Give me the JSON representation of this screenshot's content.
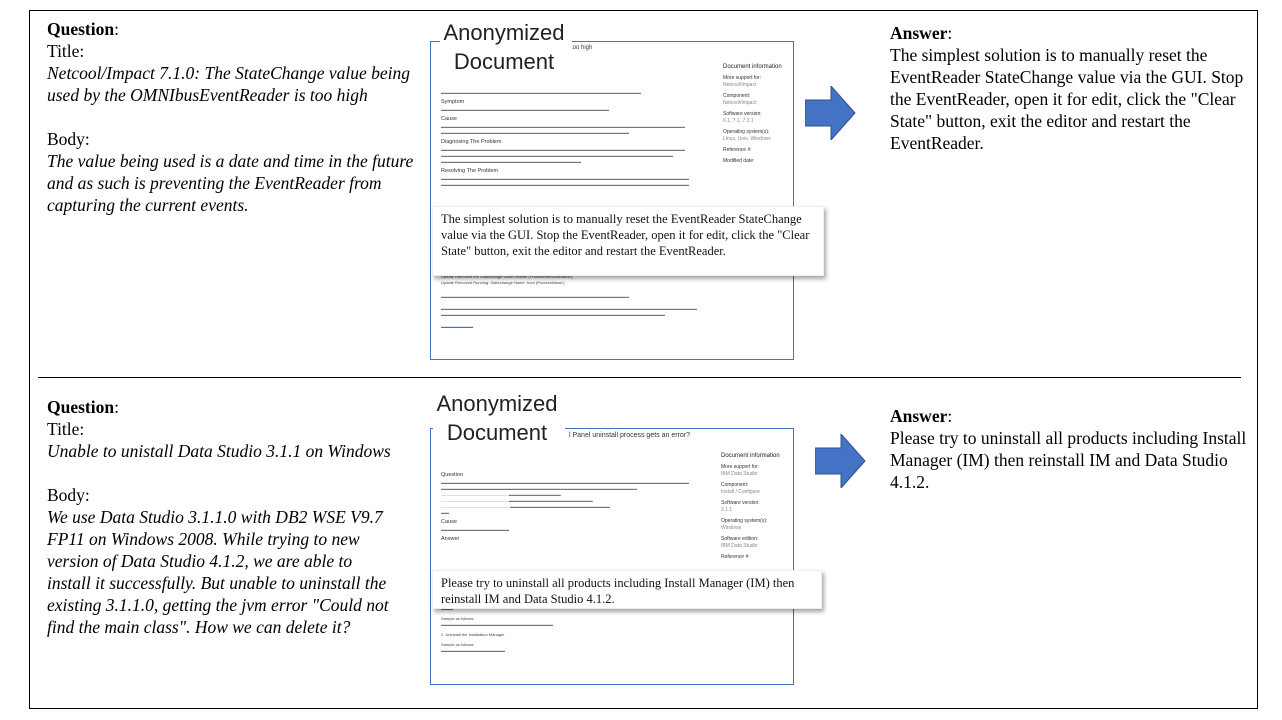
{
  "examples": [
    {
      "question": {
        "label": "Question",
        "title_label": "Title:",
        "title": "Netcool/Impact 7.1.0: The StateChange value being used by the OMNIbusEventReader is too high",
        "body_label": "Body:",
        "body": "The value being used is a date and time in the future and as such is preventing the EventReader from capturing the current events."
      },
      "document": {
        "label": "Anonymized Document",
        "header_fragment": "too high",
        "sidebar": {
          "title": "Document information",
          "items": [
            {
              "key": "More support for:",
              "value": "Netcool/Impact"
            },
            {
              "key": "Component:",
              "value": "Netcool/Impact"
            },
            {
              "key": "Software version:",
              "value": "6.1, 7.1, 7.1.1"
            },
            {
              "key": "Operating system(s):",
              "value": "Linux, Unix, Windows"
            },
            {
              "key": "Reference #:",
              "value": ""
            },
            {
              "key": "Modified date:",
              "value": ""
            }
          ]
        },
        "sections": [
          "Symptom",
          "Cause",
          "Diagnosing The Problem",
          "Resolving The Problem"
        ],
        "fine_lines": [
          "Update StateChange value being used by OMNIbusEventReader",
          "Update Removed the Statechange value Reader (ProcessRemovalName);",
          "Update Removed Running: Statechange Name: from (ProcessName);"
        ],
        "highlight": "The simplest solution is to manually reset the EventReader StateChange value via the GUI. Stop the EventReader, open it for edit, click the \"Clear State\" button, exit the editor and restart the EventReader."
      },
      "answer": {
        "label": "Answer",
        "text": "The simplest solution is to manually reset the EventReader StateChange value via the GUI. Stop the EventReader, open it for edit, click the \"Clear State\" button, exit the editor and restart the EventReader."
      }
    },
    {
      "question": {
        "label": "Question",
        "title_label": "Title:",
        "title": "Unable to unistall Data Studio 3.1.1 on Windows",
        "body_label": "Body:",
        "body": "We use Data Studio 3.1.1.0 with DB2 WSE V9.7 FP11 on Windows 2008. While trying to new version of Data Studio 4.1.2, we are able to install it successfully. But unable to uninstall the existing 3.1.1.0, getting the jvm error \"Could not find the main class\". How we can delete it?"
      },
      "document": {
        "label": "Anonymized Document",
        "header_fragment": "l Panel uninstall process gets an error?",
        "sidebar": {
          "title": "Document information",
          "items": [
            {
              "key": "More support for:",
              "value": "IBM Data Studio"
            },
            {
              "key": "Component:",
              "value": "Install / Configure"
            },
            {
              "key": "Software version:",
              "value": "3.1.1"
            },
            {
              "key": "Operating system(s):",
              "value": "Windows"
            },
            {
              "key": "Software edition:",
              "value": "IBM Data Studio"
            },
            {
              "key": "Reference #:",
              "value": ""
            }
          ]
        },
        "sections": [
          "Question",
          "Cause",
          "Answer"
        ],
        "fine_lines": [
          "2. Uninstall the packages that were installed, one at a time.",
          "Sample as follows:",
          "2. Uninstall the Installation Manager",
          "Sample as follows:"
        ],
        "highlight": "Please try to uninstall all products including Install Manager (IM) then reinstall IM and Data Studio 4.1.2."
      },
      "answer": {
        "label": "Answer",
        "text": "Please try to uninstall all products including Install Manager (IM) then reinstall IM and Data Studio 4.1.2."
      }
    }
  ],
  "colors": {
    "arrow": "#4472c4",
    "doc_border": "#4472c4"
  }
}
